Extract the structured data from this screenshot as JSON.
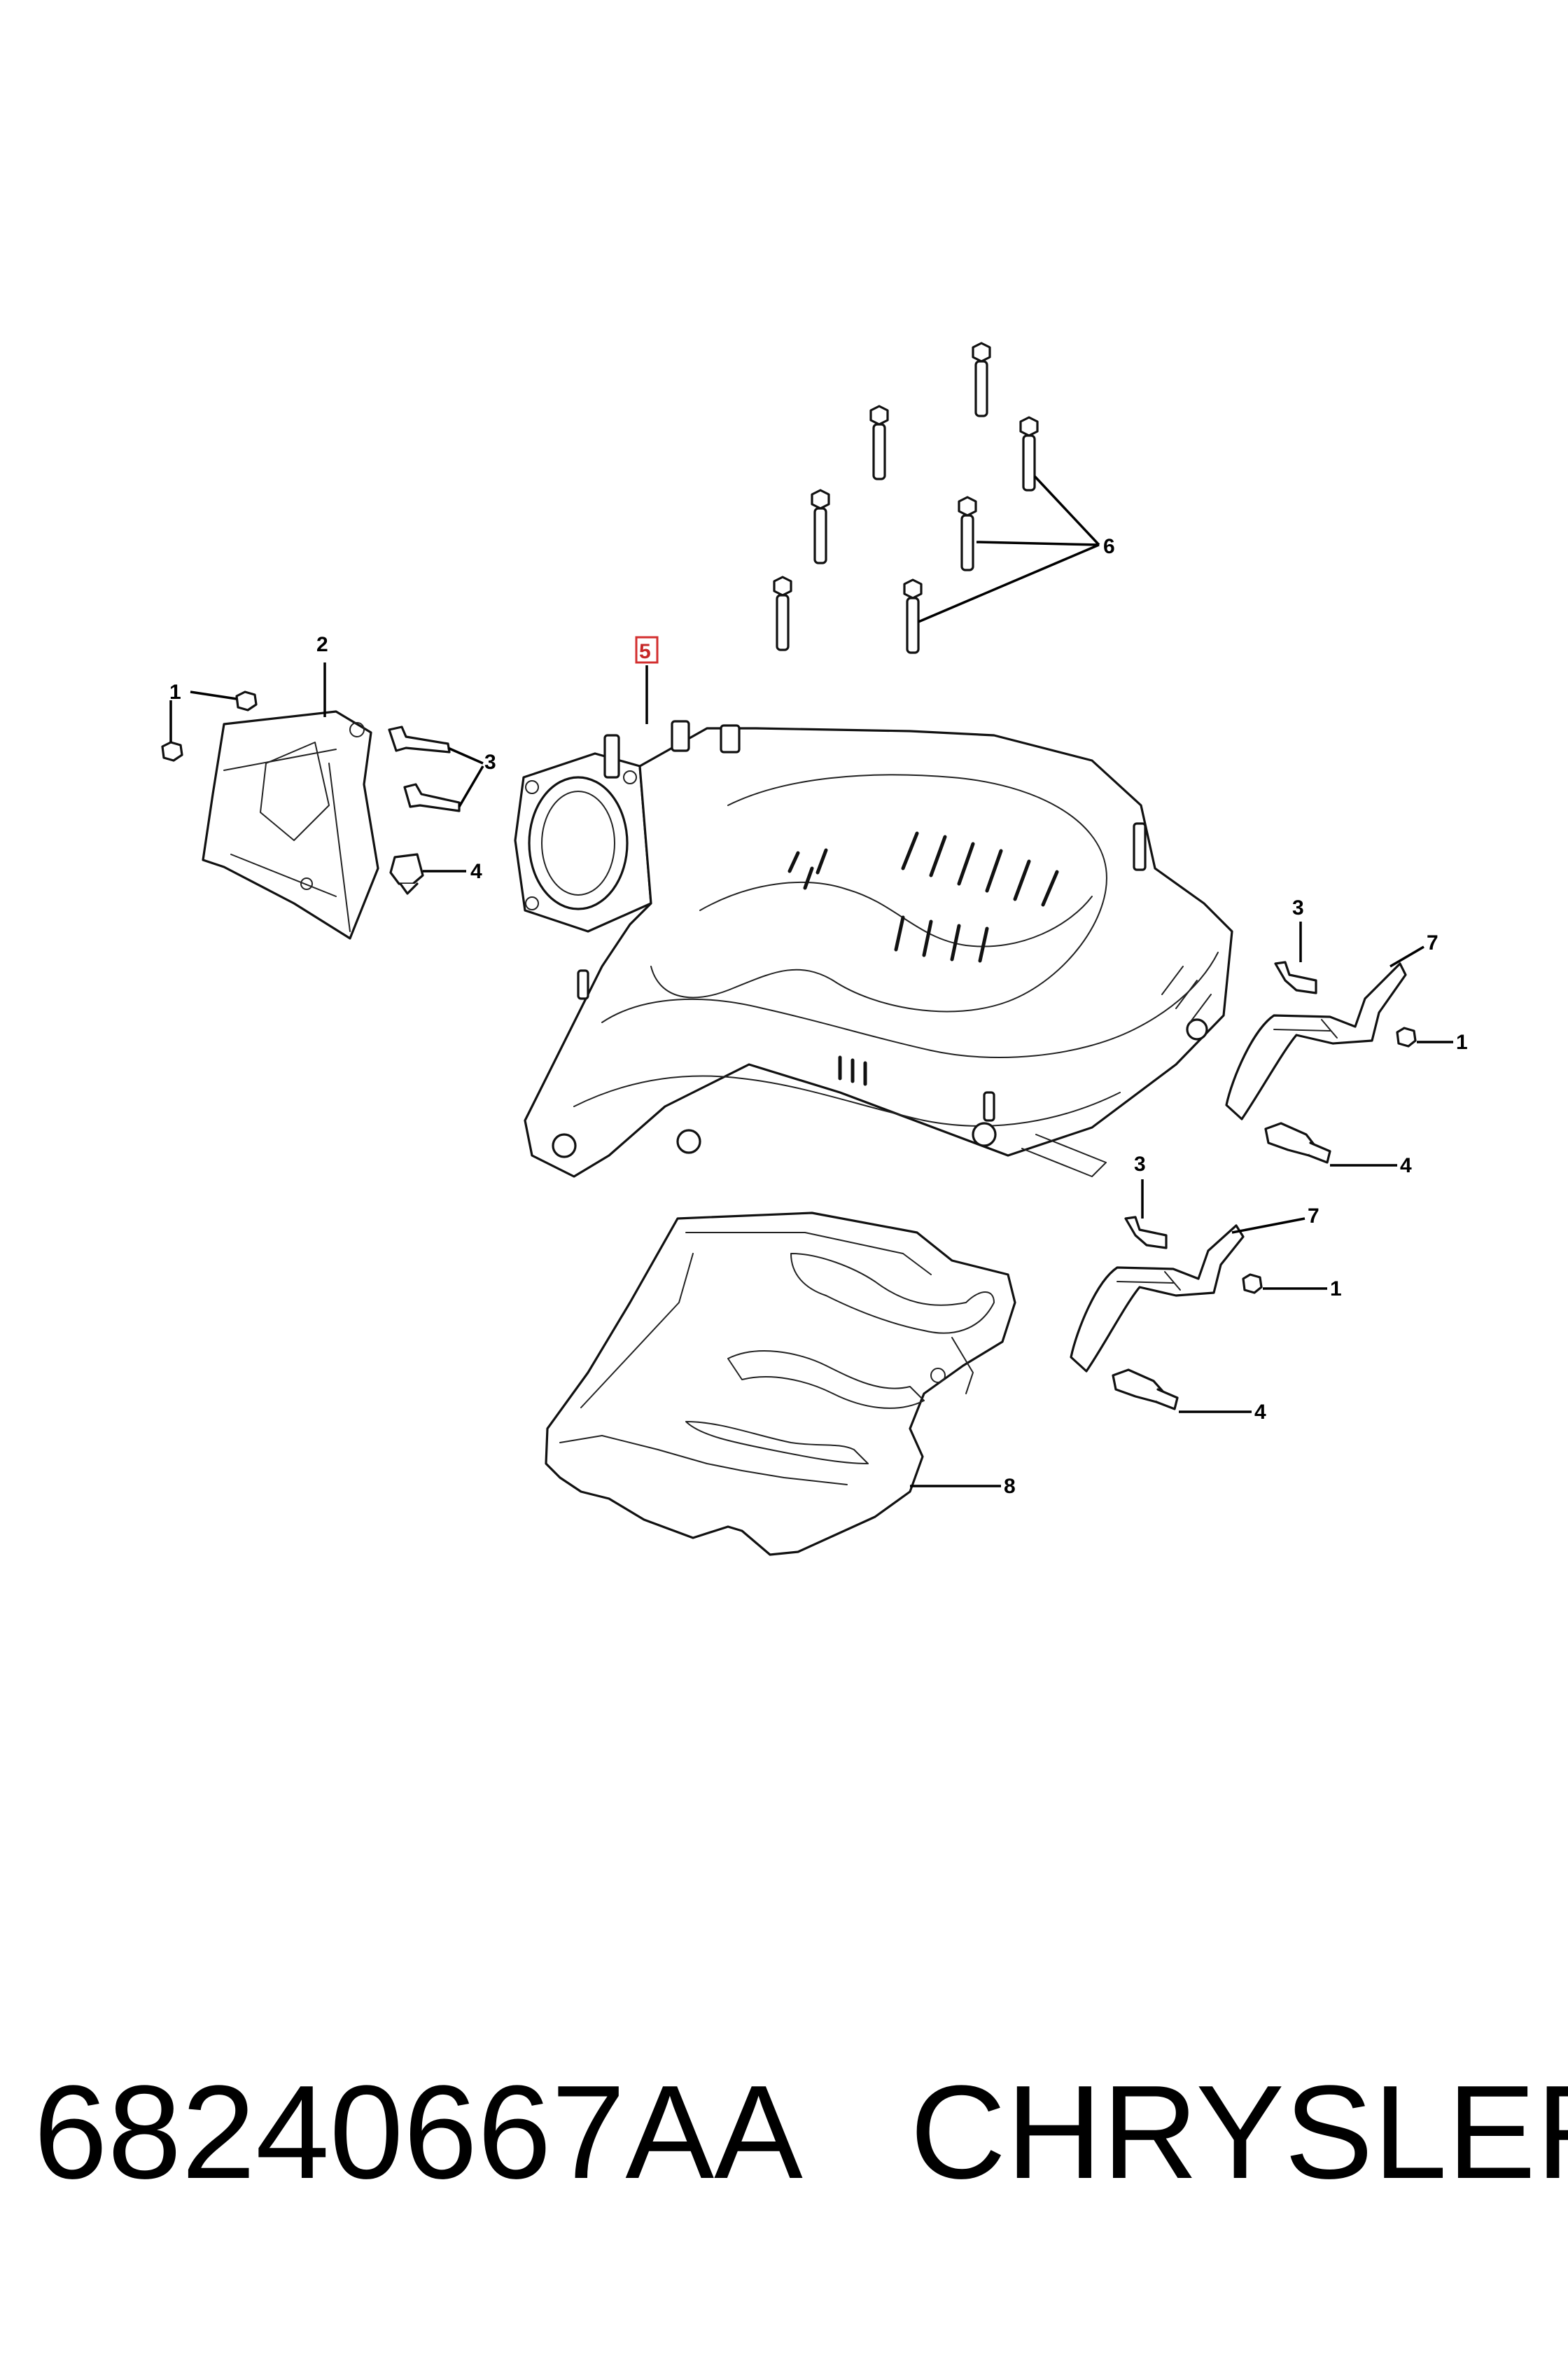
{
  "callouts": {
    "c1a": "1",
    "c1b": "1",
    "c1c": "1",
    "c2": "2",
    "c3a": "3",
    "c3b": "3",
    "c3c": "3",
    "c4a": "4",
    "c4b": "4",
    "c4c": "4",
    "c5": "5",
    "c6": "6",
    "c7a": "7",
    "c7b": "7",
    "c8": "8"
  },
  "highlighted_callout": "5",
  "footer": {
    "part_number": "68240667AA",
    "brand": "CHRYSLER"
  }
}
